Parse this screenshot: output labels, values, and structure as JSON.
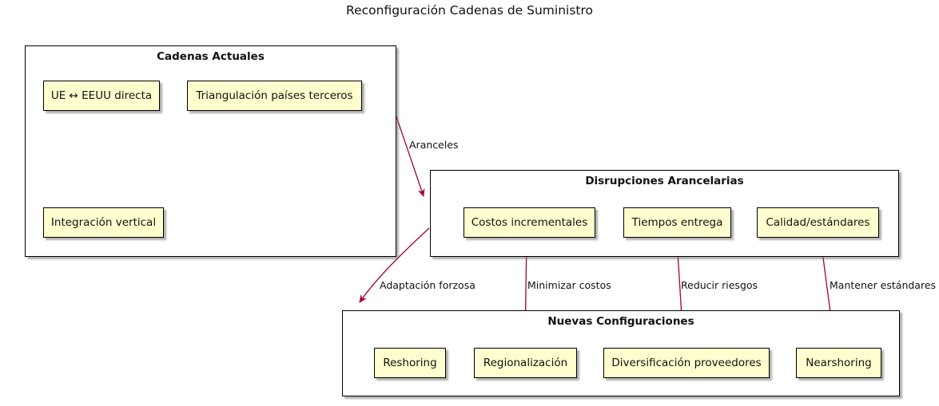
{
  "title": "Reconfiguración Cadenas de Suministro",
  "colors": {
    "node_fill": "#FEFECE",
    "node_border": "#000000",
    "container_fill": "#FFFFFF",
    "container_border": "#000000",
    "arrow": "#A80036",
    "text": "#111111",
    "background": "#FFFFFF"
  },
  "containers": [
    {
      "label": "Cadenas Actuales",
      "nodes": [
        {
          "label": "UE ↔ EEUU directa"
        },
        {
          "label": "Triangulación países terceros"
        },
        {
          "label": "Integración vertical"
        }
      ]
    },
    {
      "label": "Disrupciones Arancelarias",
      "nodes": [
        {
          "label": "Costos incrementales"
        },
        {
          "label": "Tiempos entrega"
        },
        {
          "label": "Calidad/estándares"
        }
      ]
    },
    {
      "label": "Nuevas Configuraciones",
      "nodes": [
        {
          "label": "Reshoring"
        },
        {
          "label": "Regionalización"
        },
        {
          "label": "Diversificación proveedores"
        },
        {
          "label": "Nearshoring"
        }
      ]
    }
  ],
  "edges": [
    {
      "label": "Aranceles",
      "from": "Cadenas Actuales",
      "to": "Disrupciones Arancelarias"
    },
    {
      "label": "Adaptación forzosa",
      "from": "Disrupciones Arancelarias",
      "to": "Nuevas Configuraciones"
    },
    {
      "label": "Minimizar costos",
      "from": "Costos incrementales",
      "to": "Regionalización"
    },
    {
      "label": "Reducir riesgos",
      "from": "Tiempos entrega",
      "to": "Diversificación proveedores"
    },
    {
      "label": "Mantener estándares",
      "from": "Calidad/estándares",
      "to": "Nearshoring"
    }
  ]
}
